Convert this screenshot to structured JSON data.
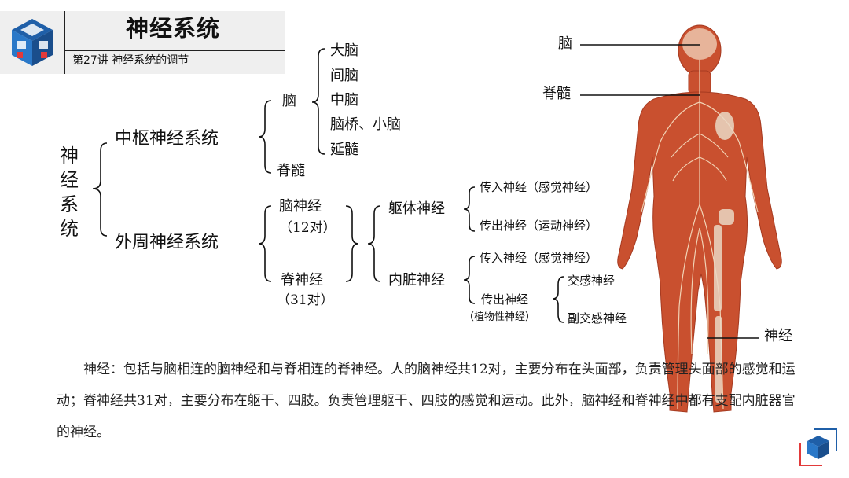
{
  "header": {
    "title": "神经系统",
    "subtitle": "第27讲 神经系统的调节"
  },
  "tree": {
    "root": [
      "神",
      "经",
      "系",
      "统"
    ],
    "cns": "中枢神经系统",
    "pns": "外周神经系统",
    "brain": "脑",
    "brain_parts": [
      "大脑",
      "间脑",
      "中脑",
      "脑桥、小脑",
      "延髓"
    ],
    "spinal_cord": "脊髓",
    "cranial_nerves": "脑神经",
    "cranial_count": "（12对）",
    "spinal_nerves": "脊神经",
    "spinal_count": "（31对）",
    "somatic": "躯体神经",
    "visceral": "内脏神经",
    "somatic_afferent": "传入神经（感觉神经）",
    "somatic_efferent": "传出神经（运动神经）",
    "visceral_afferent": "传入神经（感觉神经）",
    "visceral_efferent": "传出神经",
    "visceral_efferent_note": "（植物性神经）",
    "sympathetic": "交感神经",
    "parasympathetic": "副交感神经"
  },
  "figure": {
    "brain_label": "脑",
    "spinal_label": "脊髓",
    "nerve_label": "神经",
    "skin_color": "#c9502f"
  },
  "paragraph": "神经：包括与脑相连的脑神经和与脊相连的脊神经。人的脑神经共12对，主要分布在头面部，负责管理头面部的感觉和运动；脊神经共31对，主要分布在躯干、四肢。负责管理躯干、四肢的感觉和运动。此外，脑神经和脊神经中都有支配内脏器官的神经。"
}
